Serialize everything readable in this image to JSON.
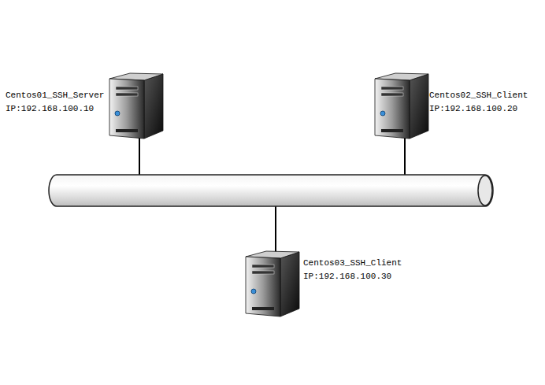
{
  "diagram": {
    "nodes": [
      {
        "text": [
          "Centos01_SSH_Server",
          "IP:192.168.100.10"
        ]
      },
      {
        "text": [
          "Centos02_SSH_Client",
          "IP:192.168.100.20"
        ]
      },
      {
        "text": [
          "Centos03_SSH_Client",
          "IP:192.168.100.30"
        ]
      }
    ],
    "edges": [
      {
        "from": 0,
        "to": 1,
        "arrow": "none"
      },
      {
        "from": 0,
        "to": 2,
        "arrow": "none"
      },
      {
        "from": 1,
        "to": 2,
        "arrow": "none"
      }
    ]
  }
}
